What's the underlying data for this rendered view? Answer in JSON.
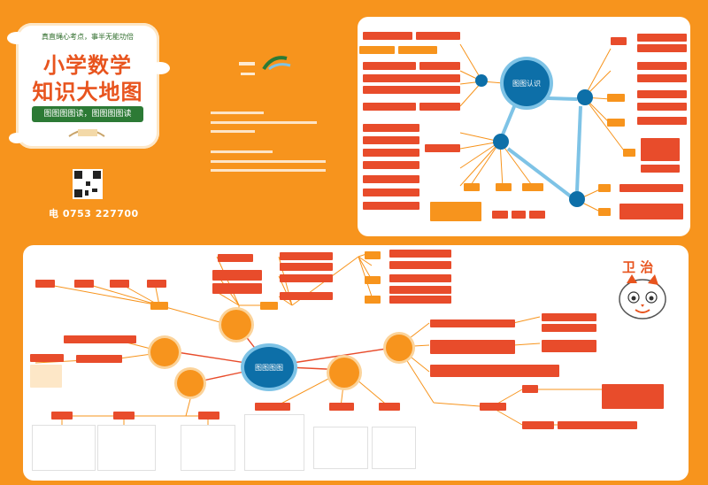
{
  "cover": {
    "slogan": "真直绳心考点，事半无能功倍",
    "title_line1": "小学数学",
    "title_line2": "知识大地图",
    "ribbon": "图图图图读，图图图图读"
  },
  "contact": {
    "phone": "电 0753 227700"
  },
  "panel1": {
    "center_label": "图图认识"
  },
  "panel2": {
    "center_label": "图图图图"
  },
  "mascot": {
    "title": "卫 治"
  },
  "colors": {
    "background": "#f7941d",
    "red": "#e84c2b",
    "blue": "#0d6fa8",
    "light_blue": "#7ec3e6",
    "green": "#2c7a35"
  }
}
